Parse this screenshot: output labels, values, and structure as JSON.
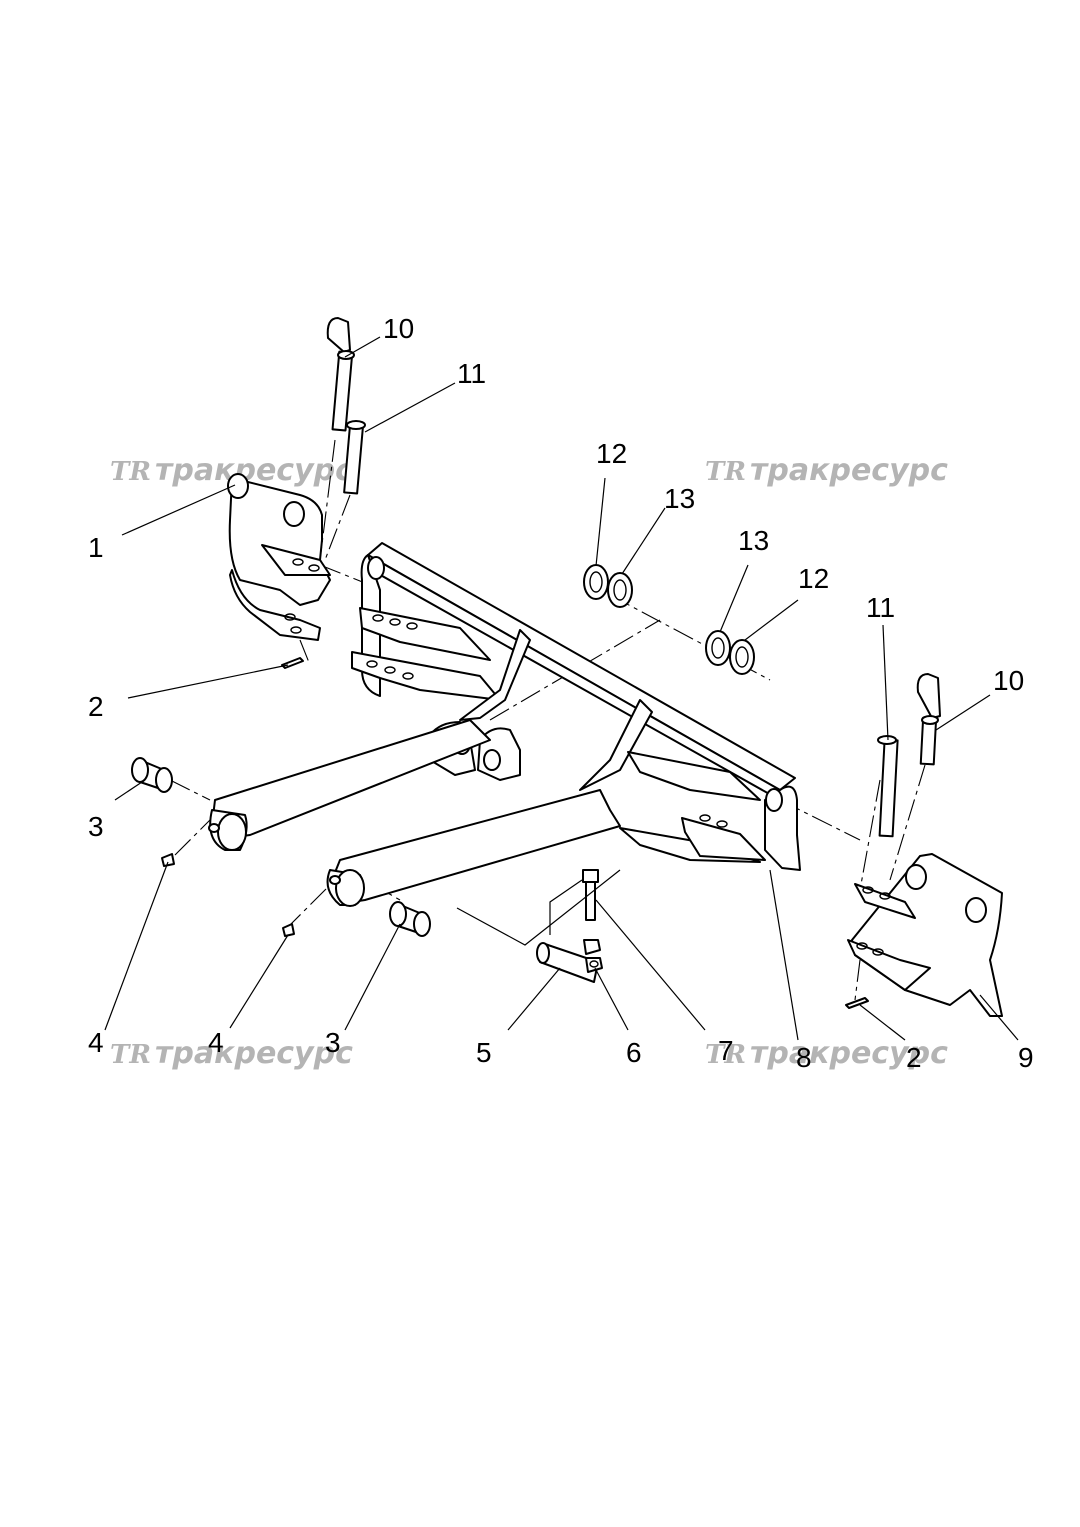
{
  "watermark": {
    "logo": "TR",
    "text": "тракресурс"
  },
  "callouts": [
    {
      "id": "c10a",
      "label": "10"
    },
    {
      "id": "c11a",
      "label": "11"
    },
    {
      "id": "c12a",
      "label": "12"
    },
    {
      "id": "c13a",
      "label": "13"
    },
    {
      "id": "c1",
      "label": "1"
    },
    {
      "id": "c13b",
      "label": "13"
    },
    {
      "id": "c12b",
      "label": "12"
    },
    {
      "id": "c11b",
      "label": "11"
    },
    {
      "id": "c10b",
      "label": "10"
    },
    {
      "id": "c2a",
      "label": "2"
    },
    {
      "id": "c3a",
      "label": "3"
    },
    {
      "id": "c4a",
      "label": "4"
    },
    {
      "id": "c4b",
      "label": "4"
    },
    {
      "id": "c3b",
      "label": "3"
    },
    {
      "id": "c5",
      "label": "5"
    },
    {
      "id": "c6",
      "label": "6"
    },
    {
      "id": "c7",
      "label": "7"
    },
    {
      "id": "c8",
      "label": "8"
    },
    {
      "id": "c2b",
      "label": "2"
    },
    {
      "id": "c9",
      "label": "9"
    }
  ]
}
